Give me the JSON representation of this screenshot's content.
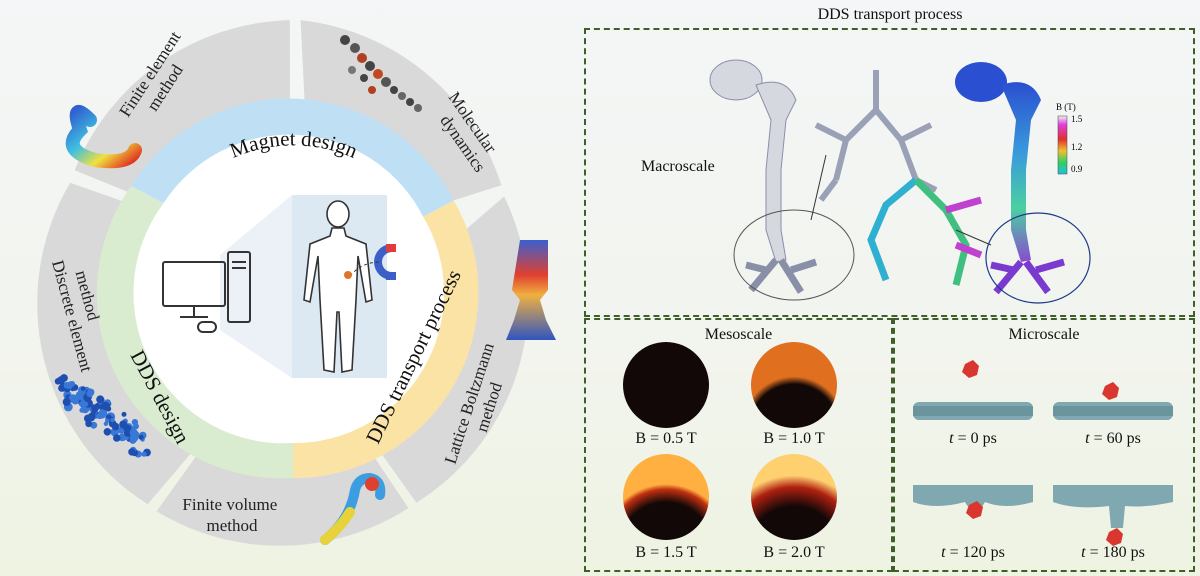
{
  "wheel": {
    "inner_ring": {
      "magnet_design": "Magnet design",
      "dds_design": "DDS design",
      "dds_transport": "DDS  transport process"
    },
    "segments": {
      "fem": [
        "Finite element",
        "method"
      ],
      "md": [
        "Molecular",
        "dynamics"
      ],
      "lbm": [
        "Lattice Boltzmann",
        "method"
      ],
      "fvm": [
        "Finite volume",
        "method"
      ],
      "dem": [
        "Discrete element",
        "method"
      ]
    }
  },
  "right": {
    "title": "DDS transport process",
    "macroscale": {
      "label": "Macroscale",
      "colorbar": {
        "title": "B (T)",
        "ticks": [
          "1.5",
          "1.2",
          "0.9"
        ]
      }
    },
    "mesoscale": {
      "title": "Mesoscale",
      "captions": [
        "B = 0.5 T",
        "B = 1.0 T",
        "B = 1.5 T",
        "B = 2.0 T"
      ]
    },
    "microscale": {
      "title": "Microscale",
      "t_symbol": "t",
      "captions": [
        " = 0 ps",
        " = 60 ps",
        " = 120 ps",
        " = 180 ps"
      ]
    }
  },
  "colors": {
    "panel_border": "#3f5f2a",
    "segment_gray": "#d9d9d9",
    "ring_blue": "#bfe0f4",
    "ring_green": "#d9ecd0",
    "ring_yellow": "#fbe3a6"
  }
}
